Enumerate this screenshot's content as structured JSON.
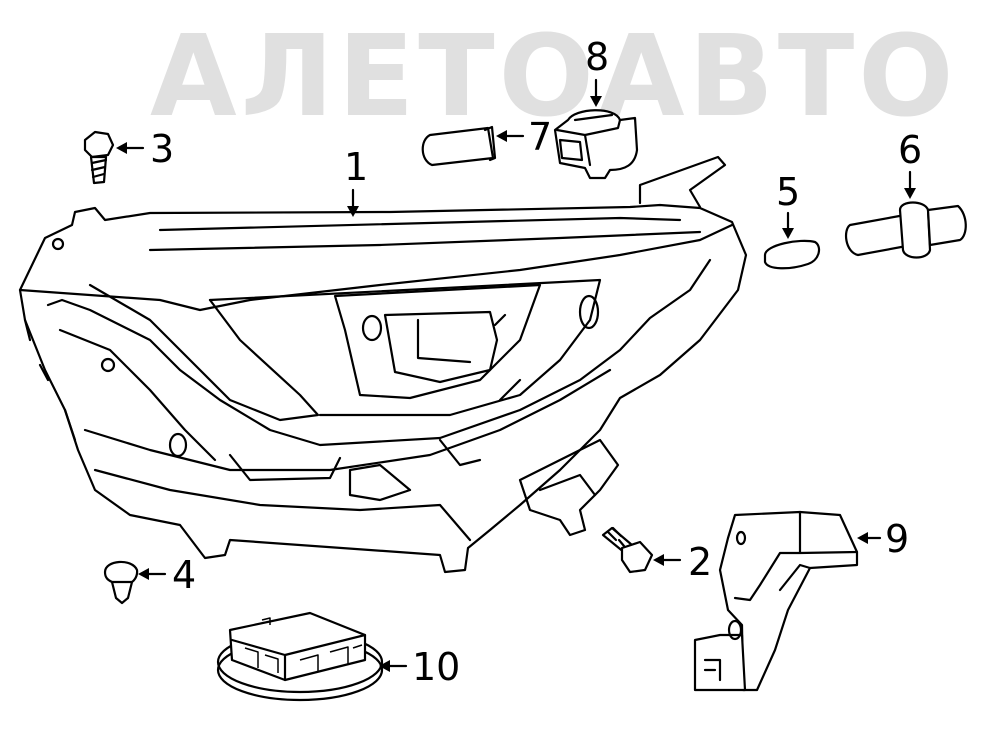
{
  "watermark": {
    "text": "АЛЕТОАВТО",
    "color": "#e0e0e0"
  },
  "callouts": [
    {
      "label": "1"
    },
    {
      "label": "2"
    },
    {
      "label": "3"
    },
    {
      "label": "4"
    },
    {
      "label": "5"
    },
    {
      "label": "6"
    },
    {
      "label": "7"
    },
    {
      "label": "8"
    },
    {
      "label": "9"
    },
    {
      "label": "10"
    }
  ]
}
